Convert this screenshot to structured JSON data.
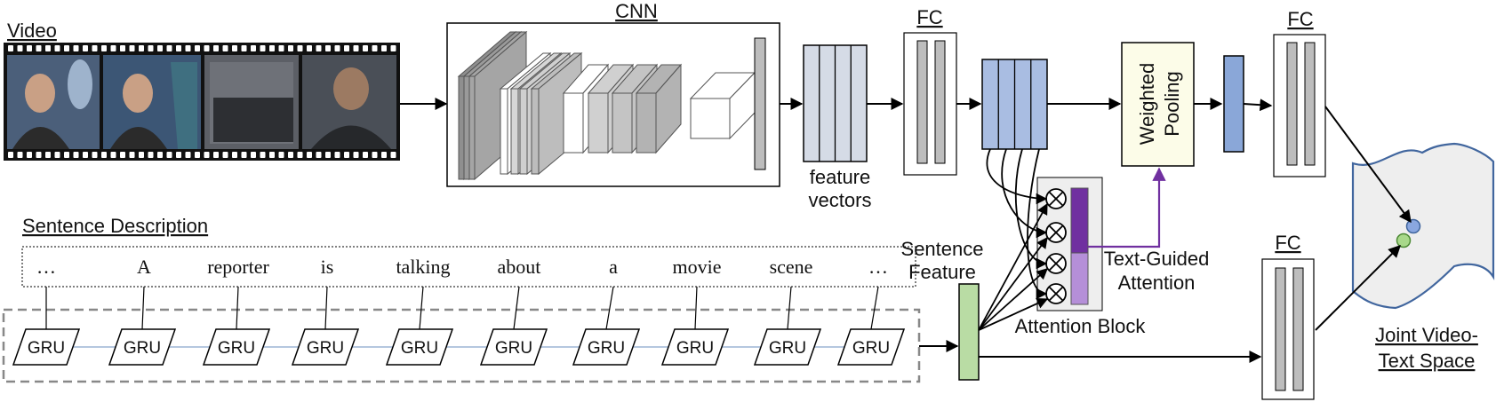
{
  "labels": {
    "video": "Video",
    "cnn": "CNN",
    "fc1": "FC",
    "fc2": "FC",
    "fc3": "FC",
    "feature_vectors_1": "feature",
    "feature_vectors_2": "vectors",
    "weighted_pooling_1": "Weighted",
    "weighted_pooling_2": "Pooling",
    "sentence_description": "Sentence Description",
    "sentence_feature_1": "Sentence",
    "sentence_feature_2": "Feature",
    "text_guided_1": "Text-Guided",
    "text_guided_2": "Attention",
    "attention_block": "Attention Block",
    "joint_space_1": "Joint Video-",
    "joint_space_2": "Text Space",
    "gru": "GRU"
  },
  "sentence_words": [
    "…",
    "A",
    "reporter",
    "is",
    "talking",
    "about",
    "a",
    "movie",
    "scene",
    "…"
  ],
  "colors": {
    "feature_fill": "#d5dbe6",
    "fc_bar": "#bdbdbd",
    "attn_fill": "#a9bde2",
    "pooled_fill": "#8aa7d8",
    "sentence_feat": "#b9dca4",
    "pool_box": "#fcfce8",
    "purple_dark": "#7030a0",
    "purple_light": "#b58fd8",
    "joint_space": "#eeeeee",
    "joint_border": "#41669e",
    "dot_blue": "#8aa7e0",
    "dot_green": "#a8d88a"
  }
}
